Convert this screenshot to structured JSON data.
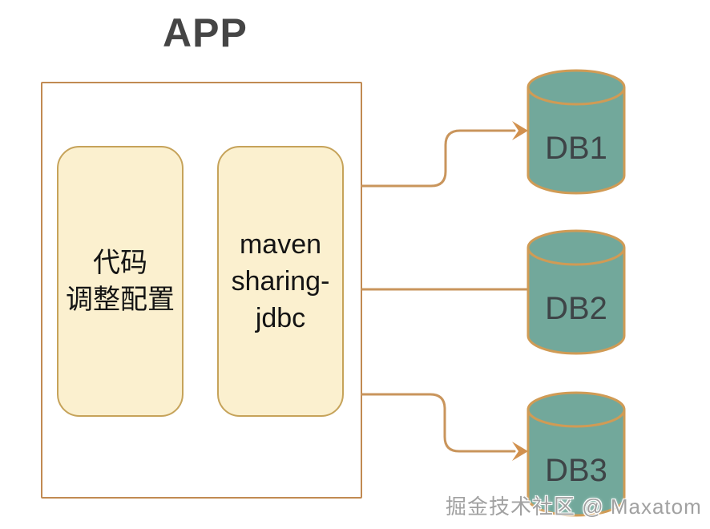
{
  "title": "APP",
  "app": {
    "modules": [
      {
        "id": "config",
        "label": "代码\n调整配置"
      },
      {
        "id": "sharding-jdbc",
        "label": "maven\nsharing-\njdbc"
      }
    ]
  },
  "databases": [
    {
      "label": "DB1"
    },
    {
      "label": "DB2"
    },
    {
      "label": "DB3"
    }
  ],
  "watermark": "掘金技术社区 @ Maxatom",
  "colors": {
    "line": "#c9955c",
    "arrow": "#d2914e",
    "module_fill": "#fbf0cf",
    "module_border": "#c6a35a",
    "app_border": "#c18a52",
    "cylinder_fill": "#72a89b",
    "cylinder_border": "#d09b55",
    "title_text": "#454545",
    "db_text": "#3e4447"
  }
}
